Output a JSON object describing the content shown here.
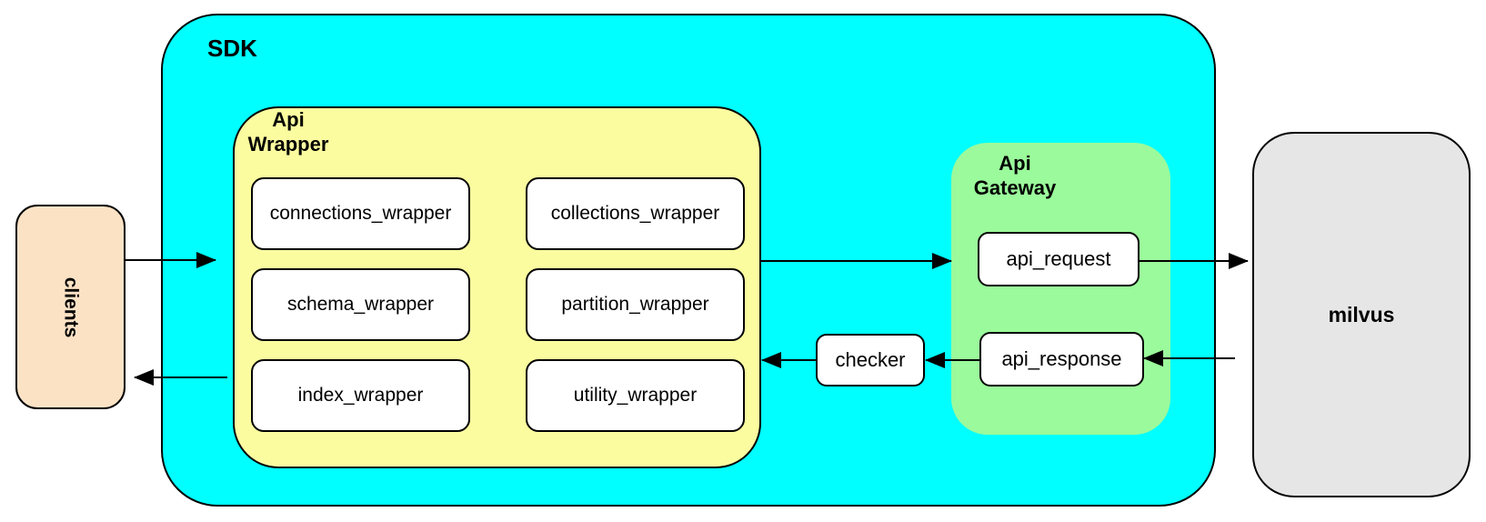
{
  "colors": {
    "sdk_fill": "#00ffff",
    "api_wrapper_fill": "#fbfc9f",
    "api_gateway_fill": "#9bfa9b",
    "clients_fill": "#fce2c5",
    "milvus_fill": "#e6e6e6",
    "node_fill": "#ffffff",
    "line_and_border": "#000000"
  },
  "sdk": {
    "label": "SDK"
  },
  "clients": {
    "label": "clients"
  },
  "api_wrapper": {
    "label_line1": "Api",
    "label_line2": "Wrapper",
    "modules": [
      "connections_wrapper",
      "collections_wrapper",
      "schema_wrapper",
      "partition_wrapper",
      "index_wrapper",
      "utility_wrapper"
    ]
  },
  "api_gateway": {
    "label_line1": "Api",
    "label_line2": "Gateway",
    "request": "api_request",
    "response": "api_response"
  },
  "checker": {
    "label": "checker"
  },
  "milvus": {
    "label": "milvus"
  }
}
